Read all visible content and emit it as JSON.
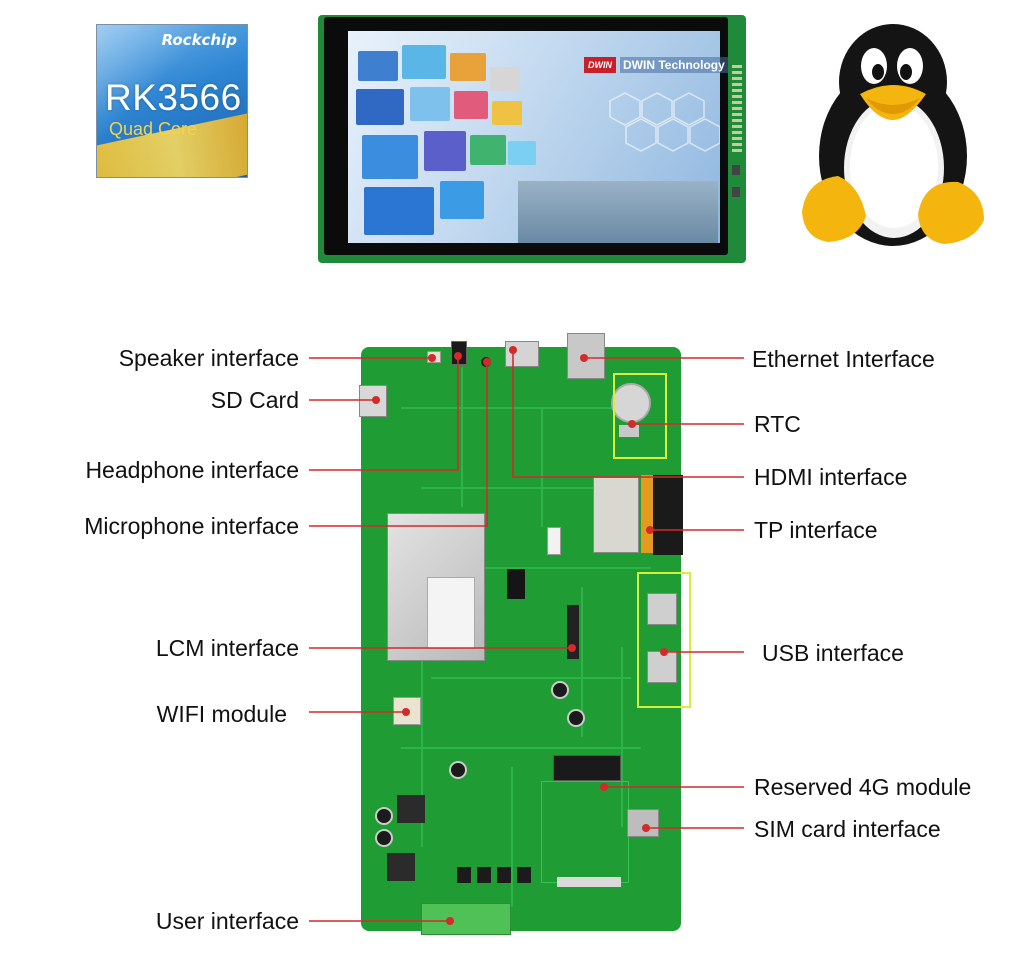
{
  "chip": {
    "brand": "Rockchip",
    "model": "RK3566",
    "subtitle": "Quad Core"
  },
  "display": {
    "logo": "DWIN",
    "brand_text": "DWIN Technology"
  },
  "labels": {
    "left": [
      "Speaker interface",
      "SD Card",
      "Headphone interface",
      "Microphone interface",
      "LCM interface",
      "WIFI module",
      "User interface"
    ],
    "right": [
      "Ethernet Interface",
      "RTC",
      "HDMI interface",
      "TP interface",
      "USB interface",
      "Reserved 4G module",
      "SIM card interface"
    ]
  },
  "colors": {
    "leader": "#d42a2a",
    "board": "#1f9c34",
    "highlight_box": "#d9ee3a"
  }
}
